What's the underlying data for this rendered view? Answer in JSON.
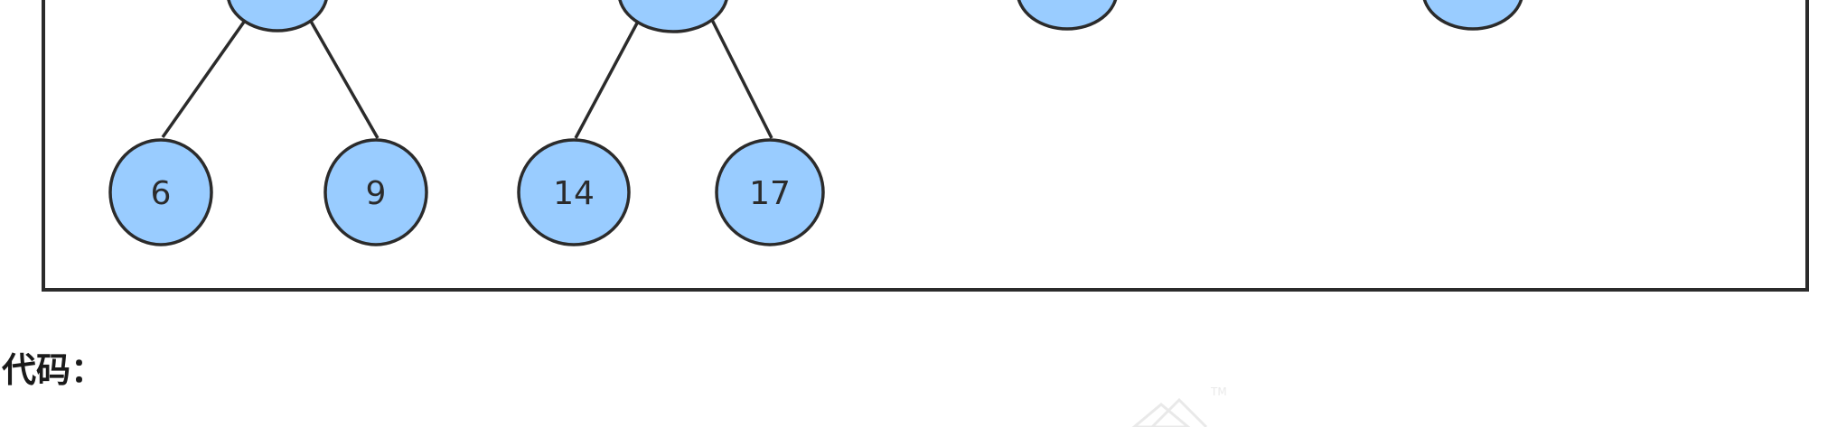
{
  "diagram": {
    "tree_nodes": [
      {
        "id": "n1",
        "label": ""
      },
      {
        "id": "n2",
        "label": ""
      },
      {
        "id": "n3",
        "label": ""
      },
      {
        "id": "n4",
        "label": ""
      },
      {
        "id": "n6",
        "label": "6"
      },
      {
        "id": "n9",
        "label": "9"
      },
      {
        "id": "n14",
        "label": "14"
      },
      {
        "id": "n17",
        "label": "17"
      }
    ],
    "edges": [
      {
        "from": "n1",
        "to": "n6"
      },
      {
        "from": "n1",
        "to": "n9"
      },
      {
        "from": "n2",
        "to": "n14"
      },
      {
        "from": "n2",
        "to": "n17"
      }
    ],
    "colors": {
      "node_fill": "#99ccff",
      "node_stroke": "#2b2b2b",
      "edge": "#2b2b2b",
      "frame": "#2b2b2b"
    }
  },
  "section": {
    "heading": "代码："
  }
}
